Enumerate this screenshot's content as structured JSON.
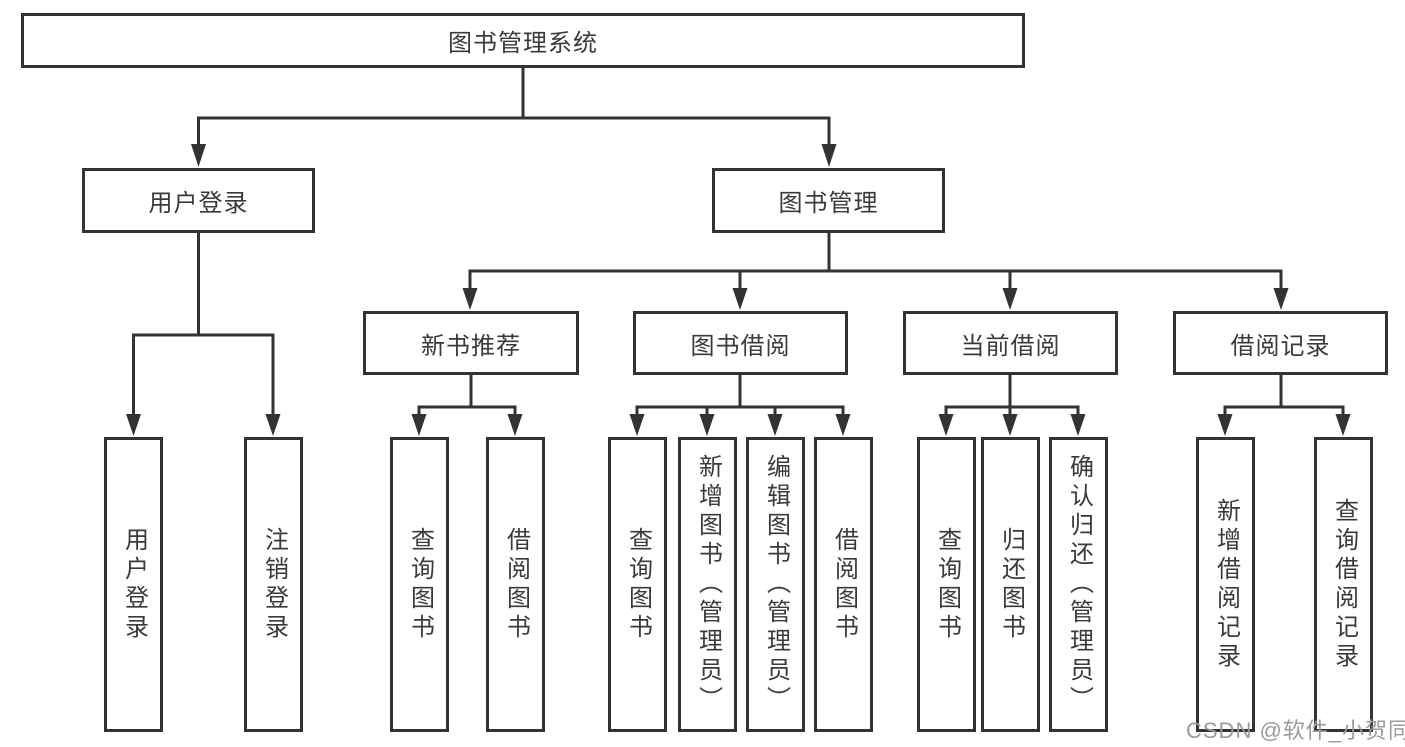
{
  "diagram": {
    "root": {
      "label": "图书管理系统"
    },
    "branches": [
      {
        "label": "用户登录",
        "children": [
          {
            "label": "用户登录"
          },
          {
            "label": "注销登录"
          }
        ]
      },
      {
        "label": "图书管理",
        "children": [
          {
            "label": "新书推荐",
            "children": [
              {
                "label": "查询图书"
              },
              {
                "label": "借阅图书"
              }
            ]
          },
          {
            "label": "图书借阅",
            "children": [
              {
                "label": "查询图书"
              },
              {
                "label": "新增图书（管理员）"
              },
              {
                "label": "编辑图书（管理员）"
              },
              {
                "label": "借阅图书"
              }
            ]
          },
          {
            "label": "当前借阅",
            "children": [
              {
                "label": "查询图书"
              },
              {
                "label": "归还图书"
              },
              {
                "label": "确认归还（管理员）"
              }
            ]
          },
          {
            "label": "借阅记录",
            "children": [
              {
                "label": "新增借阅记录"
              },
              {
                "label": "查询借阅记录"
              }
            ]
          }
        ]
      }
    ]
  },
  "watermark": {
    "text": "CSDN @软件_小贺同学"
  },
  "colors": {
    "line": "#333333",
    "box_background": "#ffffff",
    "text": "#3a3a3a",
    "watermark": "#9b9b9b",
    "page_background": "#ffffff"
  }
}
